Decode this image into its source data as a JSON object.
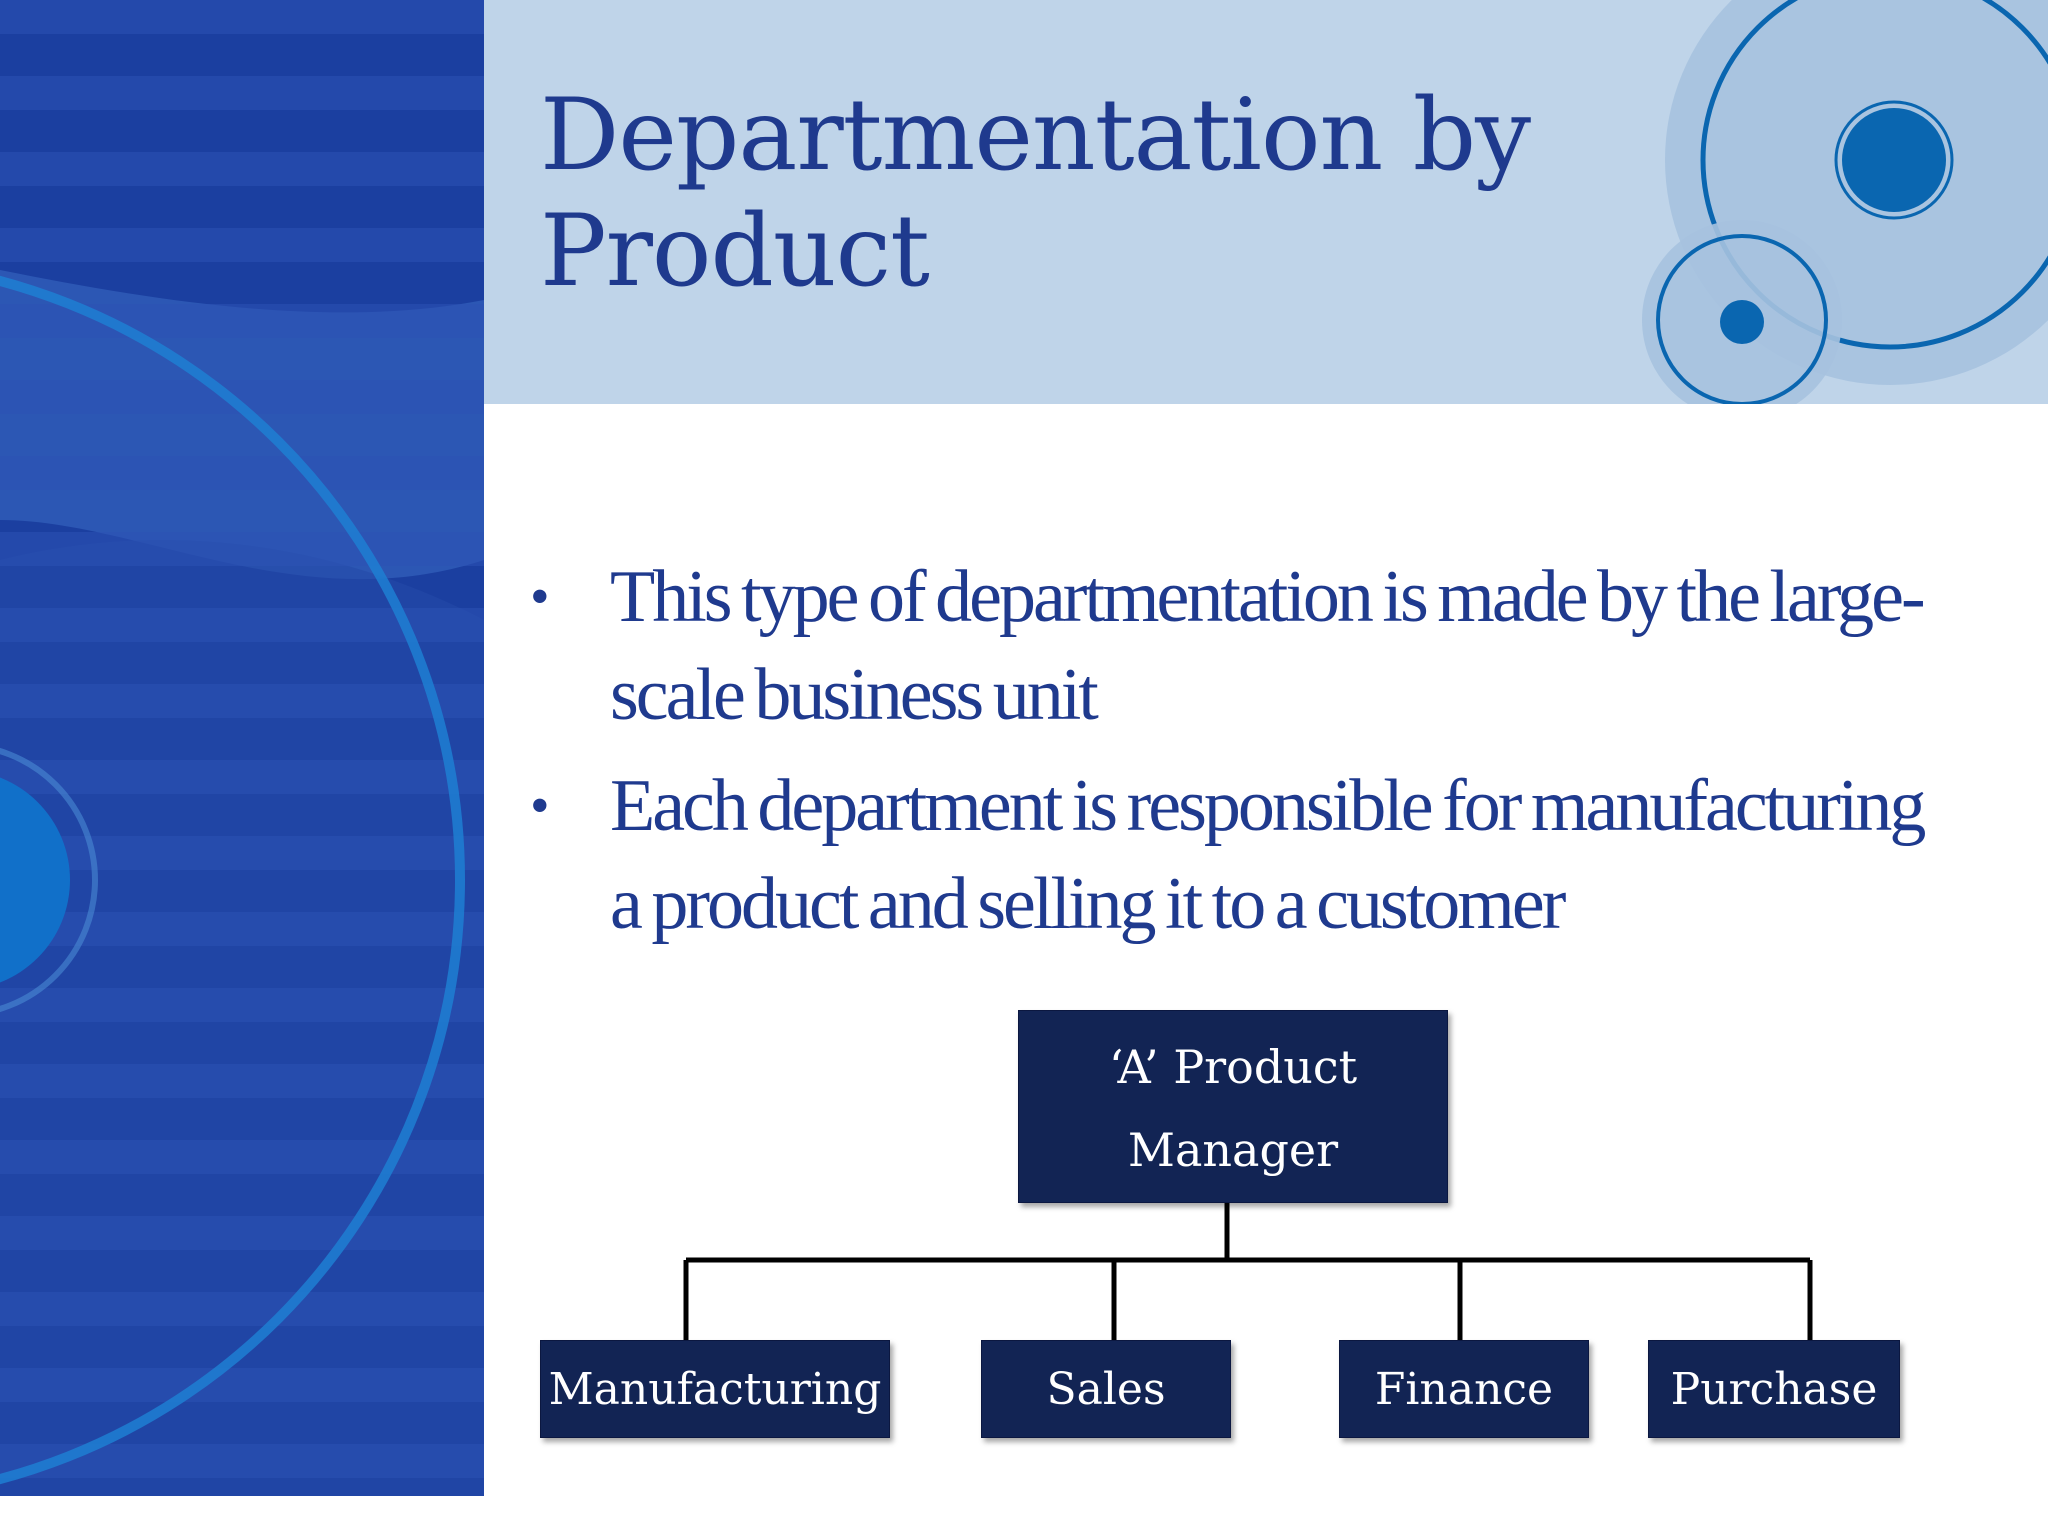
{
  "slide": {
    "title": "Departmentation by Product",
    "bullets": [
      "This type of departmentation is made by the large-scale business unit",
      "Each department is responsible for manufacturing a product and selling it to a customer"
    ],
    "bullet_symbol": "•"
  },
  "org_chart": {
    "root": "‘A’ Product Manager",
    "children": [
      "Manufacturing",
      "Sales",
      "Finance",
      "Purchase"
    ]
  },
  "colors": {
    "left_band": "#1b3fa0",
    "header_band": "#bfd4e9",
    "title_text": "#1f3a8e",
    "org_box": "#122454",
    "accent_circle": "#0a66b0"
  }
}
